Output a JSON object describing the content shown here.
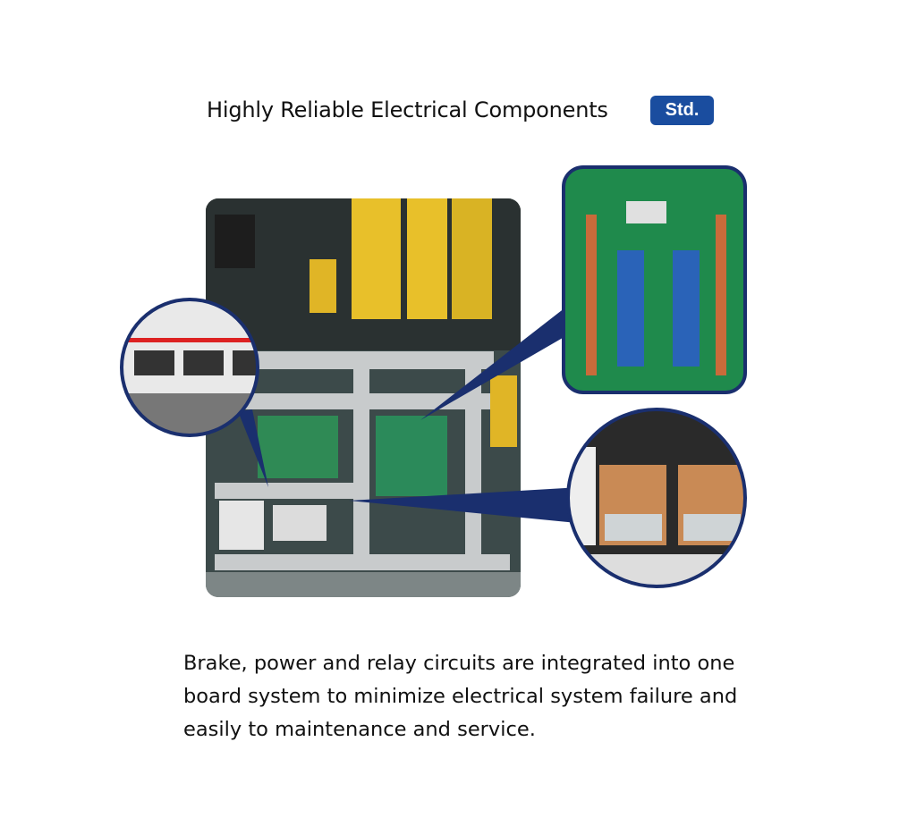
{
  "header": {
    "title": "Highly Reliable Electrical Components",
    "badge": "Std."
  },
  "figure": {
    "photo": "electrical-cabinet-photo",
    "callouts": [
      "circuit-breakers-detail",
      "relay-board-detail",
      "relays-detail"
    ],
    "accent_color": "#1a2f6e"
  },
  "description": {
    "lines": [
      "Brake, power and relay circuits are integrated into one",
      "board system to minimize electrical system failure and",
      "easily to maintenance and service."
    ]
  }
}
